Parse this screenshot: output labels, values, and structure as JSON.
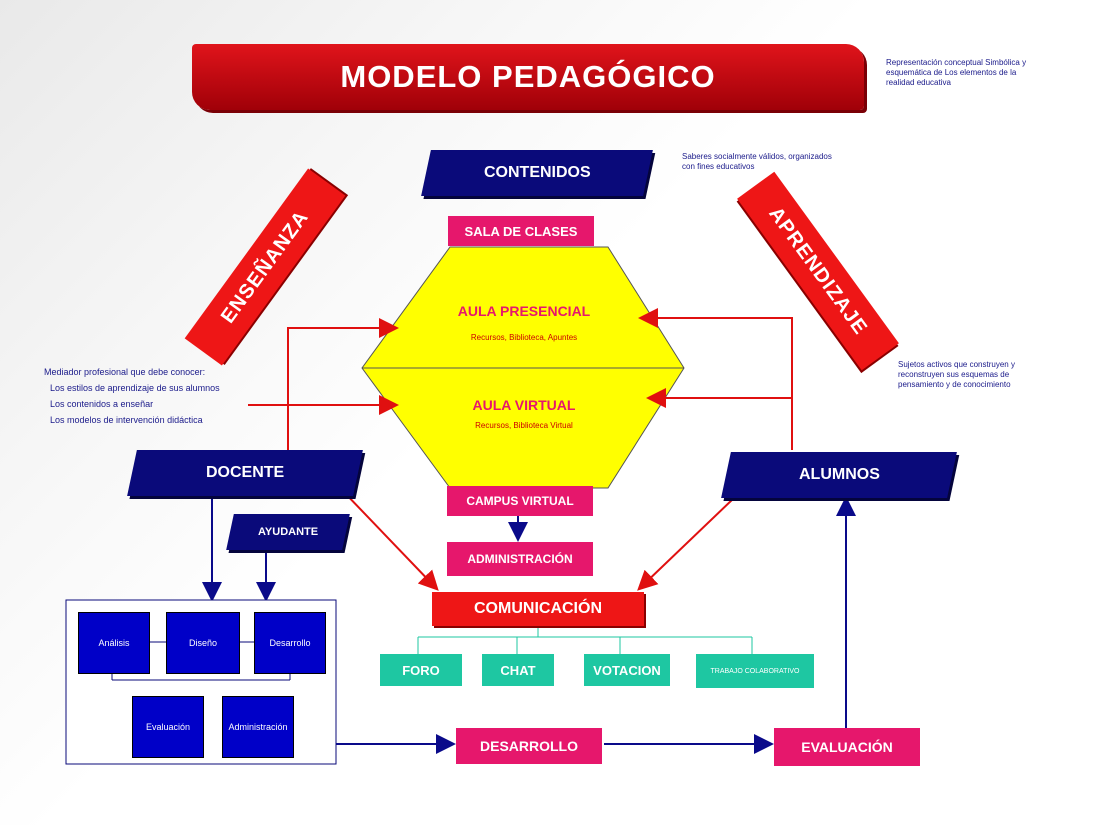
{
  "title": "MODELO PEDAGÓGICO",
  "title_note": "Representación conceptual Simbólica y esquemática de Los elementos de la realidad educativa",
  "contenidos": {
    "label": "CONTENIDOS",
    "note": "Saberes socialmente válidos, organizados con fines educativos"
  },
  "ensenanza": "ENSEÑANZA",
  "aprendizaje": "APRENDIZAJE",
  "aprendizaje_note": "Sujetos activos que construyen y reconstruyen sus esquemas de pensamiento y de conocimiento",
  "center": {
    "sala": "SALA DE CLASES",
    "presencial_title": "AULA PRESENCIAL",
    "presencial_sub": "Recursos, Biblioteca, Apuntes",
    "virtual_title": "AULA VIRTUAL",
    "virtual_sub": "Recursos, Biblioteca Virtual",
    "campus": "CAMPUS VIRTUAL",
    "admin": "ADMINISTRACIÓN"
  },
  "docente": {
    "label": "DOCENTE",
    "note_title": "Mediador profesional que debe conocer:",
    "note_items": [
      "Los estilos de aprendizaje de sus alumnos",
      "Los contenidos a enseñar",
      "Los modelos de intervención didáctica"
    ]
  },
  "ayudante": "AYUDANTE",
  "alumnos": "ALUMNOS",
  "comunicacion": {
    "label": "COMUNICACIÓN",
    "channels": [
      "FORO",
      "CHAT",
      "VOTACION",
      "TRABAJO COLABORATIVO"
    ]
  },
  "process": {
    "steps": [
      "Análisis",
      "Diseño",
      "Desarrollo",
      "Evaluación",
      "Administración"
    ]
  },
  "desarrollo": "DESARROLLO",
  "evaluacion": "EVALUACIÓN",
  "colors": {
    "red": "#ee1616",
    "navy": "#0a0a7a",
    "pink": "#e6176c",
    "yellow": "#ffff00",
    "teal": "#1ec7a2",
    "process_blue": "#0000c8"
  }
}
